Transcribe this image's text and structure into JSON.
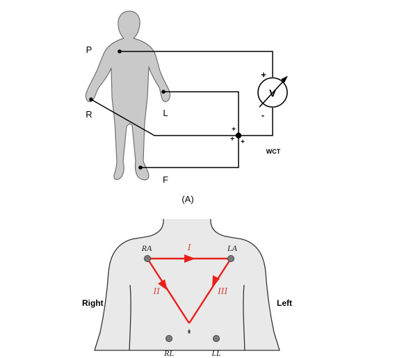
{
  "panel_a": {
    "labels": {
      "P": "P",
      "R": "R",
      "L": "L",
      "F": "F",
      "wct": "WCT",
      "meter": "V",
      "meter_plus": "+",
      "meter_minus": "-"
    },
    "junction_signs": [
      "+",
      "+",
      "+"
    ],
    "caption": "(A)"
  },
  "panel_b": {
    "side_labels": {
      "right": "Right",
      "left": "Left"
    },
    "electrodes": {
      "RA": "RA",
      "LA": "LA",
      "RL": "RL",
      "LL": "LL"
    },
    "leads": {
      "I": "I",
      "II": "II",
      "III": "III"
    }
  },
  "colors": {
    "body_fill": "#c9c9c9",
    "body_stroke": "#707070",
    "torso_fill": "#e9e9e9",
    "wire": "#000000",
    "lead": "#e8201a",
    "lead_label": "#d24a3c"
  }
}
